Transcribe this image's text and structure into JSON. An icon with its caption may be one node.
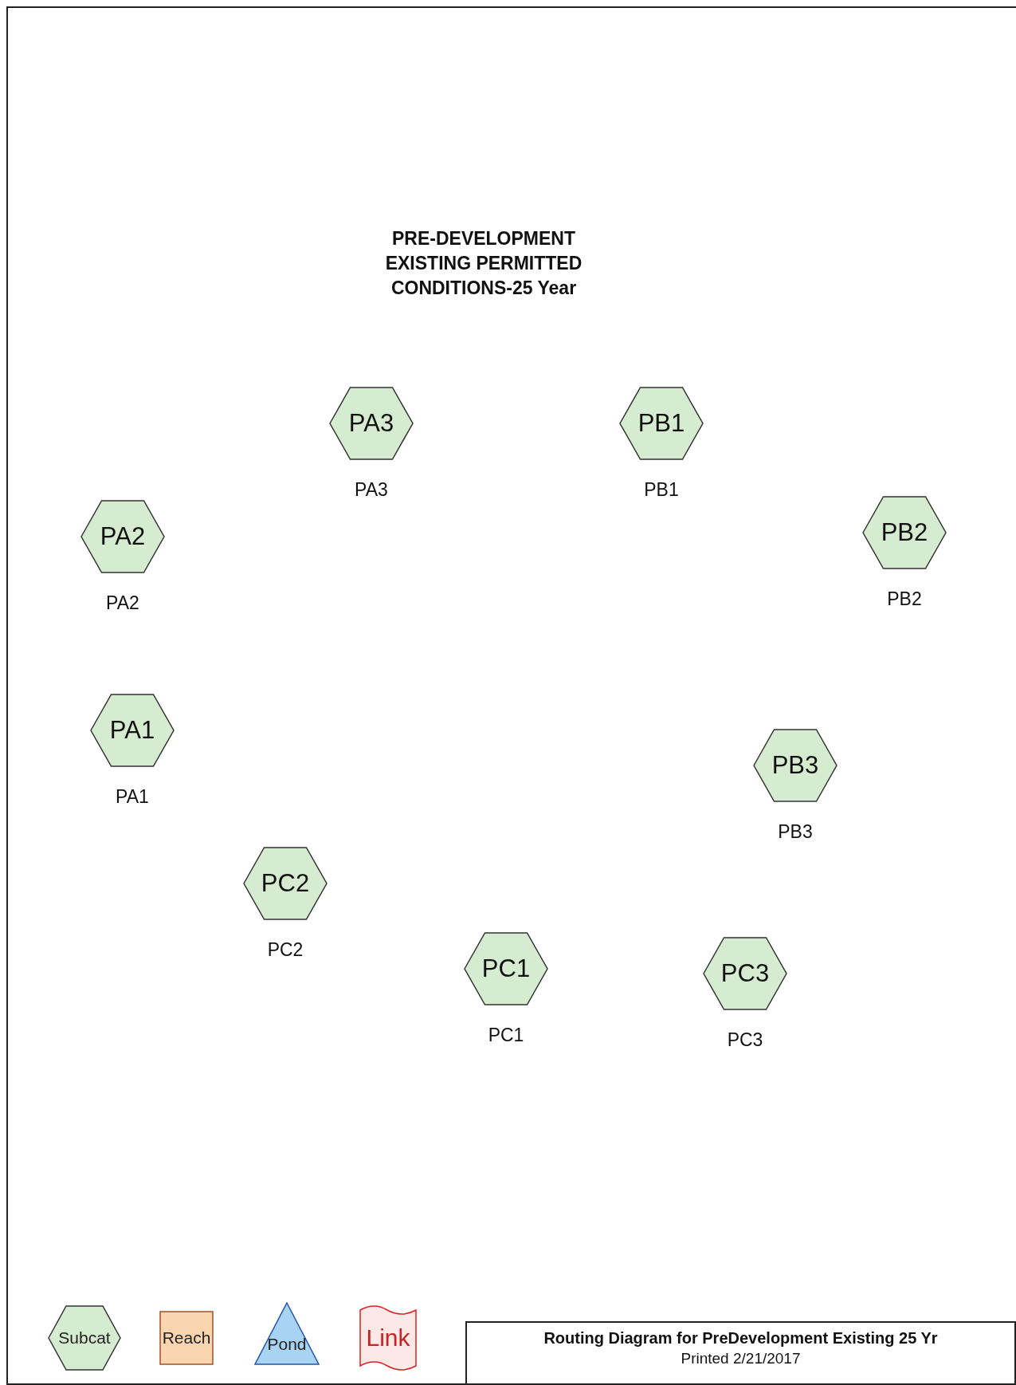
{
  "diagram": {
    "title": "PRE-DEVELOPMENT EXISTING PERMITTED CONDITIONS-25 Year",
    "nodes": [
      {
        "text": [
          "PA3"
        ],
        "beside": [
          "PA3"
        ]
      },
      {
        "text": [
          "PB1"
        ],
        "beside": [
          "PB1"
        ]
      },
      {
        "text": [
          "PA2"
        ],
        "beside": [
          "PA2"
        ]
      },
      {
        "text": [
          "PB2"
        ],
        "beside": [
          "PB2"
        ]
      },
      {
        "text": [
          "PA1"
        ],
        "beside": [
          "PA1"
        ]
      },
      {
        "text": [
          "PB3"
        ],
        "beside": [
          "PB3"
        ]
      },
      {
        "text": [
          "PC2"
        ],
        "beside": [
          "PC2"
        ]
      },
      {
        "text": [
          "PC1"
        ],
        "beside": [
          "PC1"
        ]
      },
      {
        "text": [
          "PC3"
        ],
        "beside": [
          "PC3"
        ]
      },
      {
        "text": [
          "Routing Diagram for PreDevelopment Existing 25 Yr",
          "Printed 2/21/2017"
        ]
      }
    ],
    "edges": [],
    "legend": [
      {
        "text": "Subcat"
      },
      {
        "text": "Reach"
      },
      {
        "text": "Pond"
      },
      {
        "text": "Link"
      }
    ]
  }
}
